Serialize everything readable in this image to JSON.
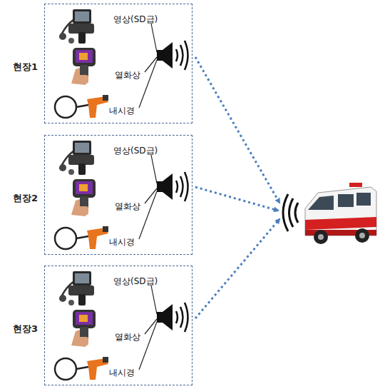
{
  "diagram": {
    "nodes": [
      {
        "text": [
          "현장1"
        ]
      },
      {
        "text": [
          "현장2"
        ]
      },
      {
        "text": [
          "현장3"
        ]
      }
    ],
    "labels": [
      "영상(SD급)",
      "열화상",
      "내시경",
      "영상(SD급)",
      "열화상",
      "내시경",
      "영상(SD급)",
      "열화상",
      "내시경"
    ]
  }
}
